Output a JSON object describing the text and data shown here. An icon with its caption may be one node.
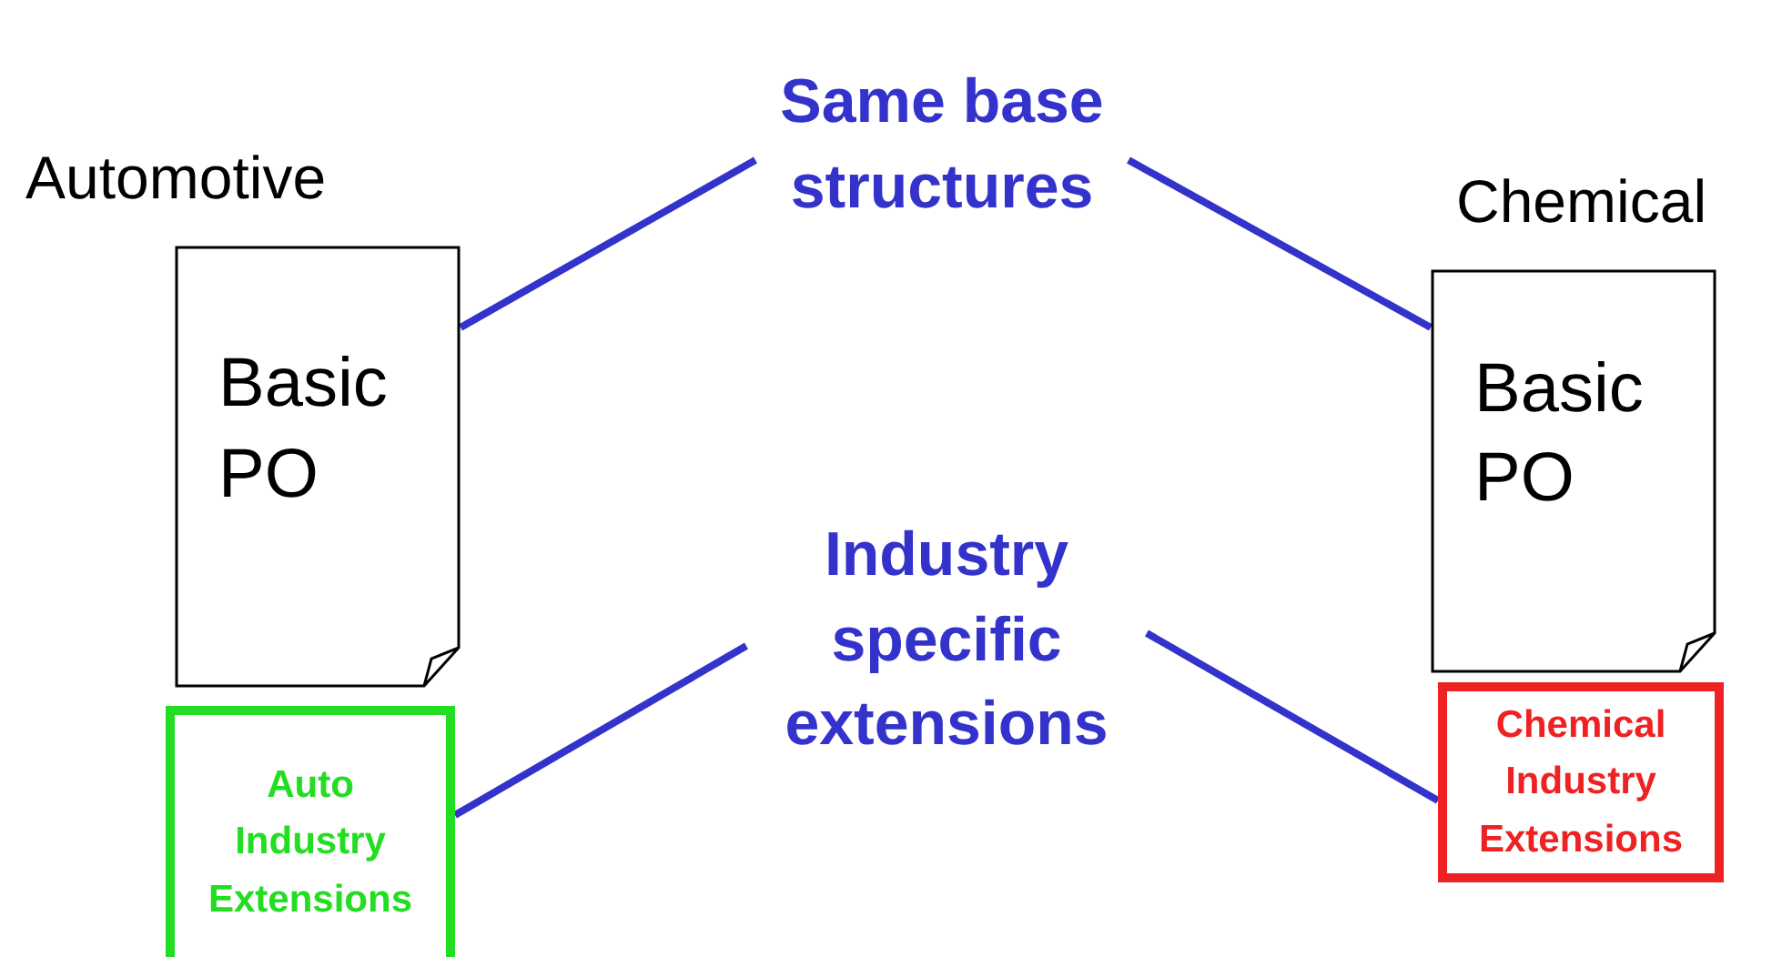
{
  "diagram": {
    "nodes": [
      {
        "text": [
          "Automotive",
          "Basic PO"
        ]
      },
      {
        "text": [
          "Auto Industry Extensions"
        ]
      },
      {
        "text": [
          "Same base structures"
        ]
      },
      {
        "text": [
          "Industry specific extensions"
        ]
      },
      {
        "text": [
          "Chemical",
          "Basic PO"
        ]
      },
      {
        "text": [
          "Chemical Industry Extensions"
        ]
      }
    ],
    "edges": [
      {
        "from": 0,
        "to": 2,
        "arrow": "none"
      },
      {
        "from": 2,
        "to": 4,
        "arrow": "none"
      },
      {
        "from": 1,
        "to": 3,
        "arrow": "none"
      },
      {
        "from": 3,
        "to": 5,
        "arrow": "none"
      }
    ]
  }
}
